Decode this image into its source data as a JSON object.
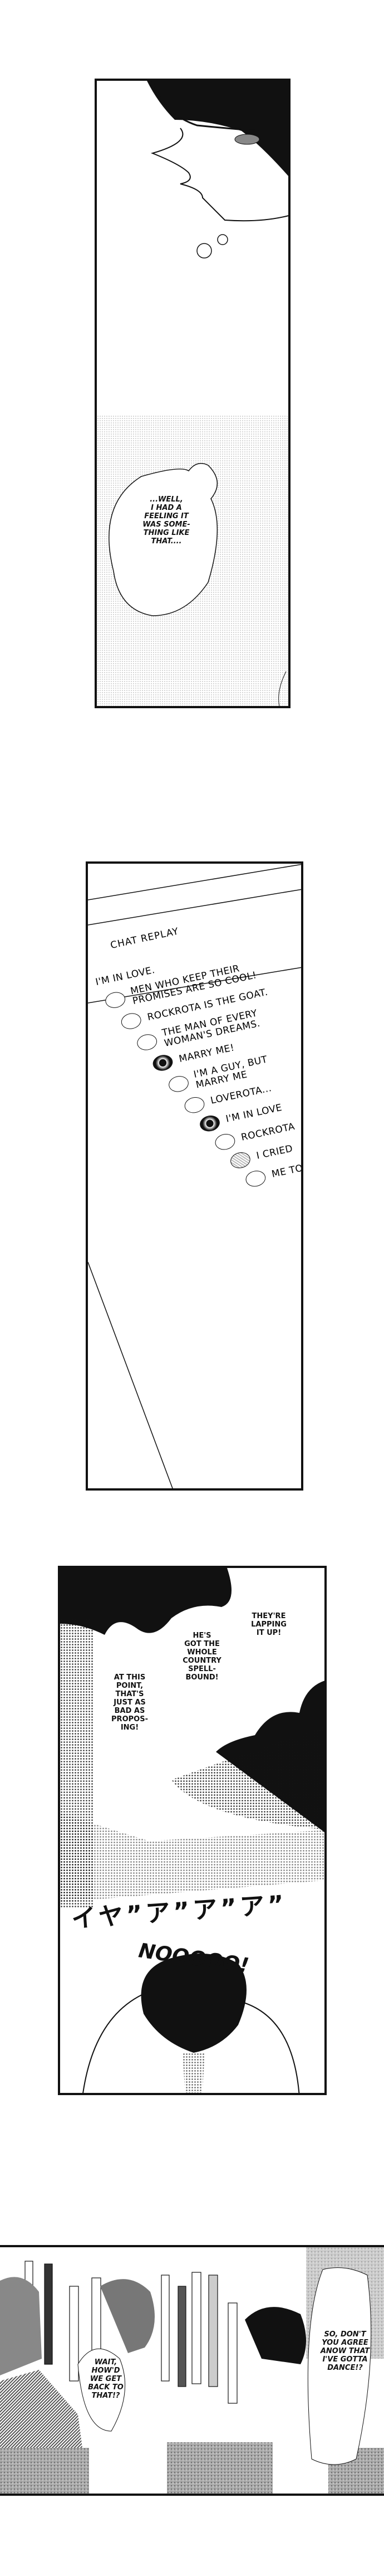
{
  "panel1": {
    "thought": "...WELL,\nI HAD A\nFEELING IT\nWAS SOME-\nTHING LIKE\nTHAT...."
  },
  "panel2": {
    "title": "CHAT REPLAY",
    "messages": [
      "I'M IN LOVE.",
      "MEN WHO KEEP THEIR\nPROMISES ARE SO COOL!",
      "ROCKROTA IS THE GOAT.",
      "THE MAN OF EVERY\nWOMAN'S DREAMS.",
      "MARRY ME!",
      "I'M A GUY, BUT\nMARRY ME",
      "LOVEROTA...",
      "I'M IN LOVE",
      "ROCKROTA",
      "I CRIED",
      "ME TO"
    ]
  },
  "panel3": {
    "bubble_right": "THEY'RE\nLAPPING\nIT UP!",
    "bubble_mid": "HE'S\nGOT THE\nWHOLE\nCOUNTRY\nSPELL-\nBOUND!",
    "bubble_left": "AT THIS\nPOINT,\nTHAT'S\nJUST AS\nBAD AS\nPROPOS-\nING!",
    "sfx_jp": "イヤ”ア”ア”ア”",
    "sfx": "NOOOOO!"
  },
  "panel4": {
    "bubble_left": "WAIT,\nHOW'D\nWE GET\nBACK TO\nTHAT!?",
    "bubble_right": "SO, DON'T\nYOU AGREE\nANOW THAT\nI'VE GOTTA\nDANCE!?"
  }
}
